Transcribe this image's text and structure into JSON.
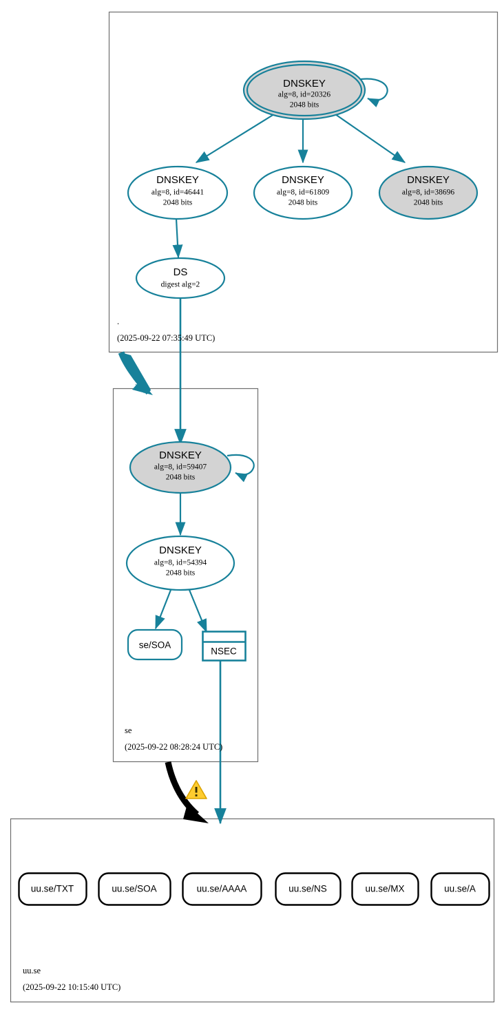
{
  "diagram": {
    "type": "dnssec-authentication-chain",
    "colors": {
      "edge_teal": "#17819a",
      "node_stroke_teal": "#17819a",
      "secure_key_fill": "#d3d3d3",
      "insecure_fill": "#ffffff",
      "zone_border": "#808080",
      "rr_stroke_black": "#000000",
      "warning_yellow": "#fecc2f",
      "warning_stroke": "#dba300"
    }
  },
  "zones": [
    {
      "id": "root",
      "name": ".",
      "timestamp": "(2025-09-22 07:35:49 UTC)",
      "nodes": [
        {
          "id": "root-ksk-20326",
          "kind": "DNSKEY",
          "shape": "doubleellipse",
          "title": "DNSKEY",
          "line2": "alg=8, id=20326",
          "line3": "2048 bits",
          "filled": true,
          "self_signed": true
        },
        {
          "id": "root-zsk-46441",
          "kind": "DNSKEY",
          "shape": "ellipse",
          "title": "DNSKEY",
          "line2": "alg=8, id=46441",
          "line3": "2048 bits",
          "filled": false,
          "self_signed": false
        },
        {
          "id": "root-zsk-61809",
          "kind": "DNSKEY",
          "shape": "ellipse",
          "title": "DNSKEY",
          "line2": "alg=8, id=61809",
          "line3": "2048 bits",
          "filled": false,
          "self_signed": false
        },
        {
          "id": "root-zsk-38696",
          "kind": "DNSKEY",
          "shape": "ellipse",
          "title": "DNSKEY",
          "line2": "alg=8, id=38696",
          "line3": "2048 bits",
          "filled": true,
          "self_signed": false
        },
        {
          "id": "root-ds",
          "kind": "DS",
          "shape": "ellipse",
          "title": "DS",
          "line2": "digest alg=2",
          "line3": "",
          "filled": false,
          "self_signed": false
        }
      ]
    },
    {
      "id": "se",
      "name": "se",
      "timestamp": "(2025-09-22 08:28:24 UTC)",
      "nodes": [
        {
          "id": "se-ksk-59407",
          "kind": "DNSKEY",
          "shape": "ellipse",
          "title": "DNSKEY",
          "line2": "alg=8, id=59407",
          "line3": "2048 bits",
          "filled": true,
          "self_signed": true
        },
        {
          "id": "se-zsk-54394",
          "kind": "DNSKEY",
          "shape": "ellipse",
          "title": "DNSKEY",
          "line2": "alg=8, id=54394",
          "line3": "2048 bits",
          "filled": false,
          "self_signed": false
        },
        {
          "id": "se-soa",
          "kind": "RRset",
          "shape": "rounded-rect",
          "title": "se/SOA",
          "line2": "",
          "line3": "",
          "filled": false,
          "self_signed": false
        },
        {
          "id": "se-nsec",
          "kind": "NSEC",
          "shape": "table",
          "title": "NSEC",
          "line2": "",
          "line3": "",
          "filled": false,
          "self_signed": false
        }
      ]
    },
    {
      "id": "uuse",
      "name": "uu.se",
      "timestamp": "(2025-09-22 10:15:40 UTC)",
      "nodes": [
        {
          "id": "uuse-txt",
          "kind": "RRset",
          "shape": "rounded-rect",
          "title": "uu.se/TXT",
          "line2": "",
          "line3": "",
          "filled": false,
          "self_signed": false
        },
        {
          "id": "uuse-soa",
          "kind": "RRset",
          "shape": "rounded-rect",
          "title": "uu.se/SOA",
          "line2": "",
          "line3": "",
          "filled": false,
          "self_signed": false
        },
        {
          "id": "uuse-aaaa",
          "kind": "RRset",
          "shape": "rounded-rect",
          "title": "uu.se/AAAA",
          "line2": "",
          "line3": "",
          "filled": false,
          "self_signed": false
        },
        {
          "id": "uuse-ns",
          "kind": "RRset",
          "shape": "rounded-rect",
          "title": "uu.se/NS",
          "line2": "",
          "line3": "",
          "filled": false,
          "self_signed": false
        },
        {
          "id": "uuse-mx",
          "kind": "RRset",
          "shape": "rounded-rect",
          "title": "uu.se/MX",
          "line2": "",
          "line3": "",
          "filled": false,
          "self_signed": false
        },
        {
          "id": "uuse-a",
          "kind": "RRset",
          "shape": "rounded-rect",
          "title": "uu.se/A",
          "line2": "",
          "line3": "",
          "filled": false,
          "self_signed": false
        }
      ]
    }
  ],
  "icons": {
    "warning": {
      "name": "warning-triangle-icon",
      "glyph": "!"
    }
  }
}
